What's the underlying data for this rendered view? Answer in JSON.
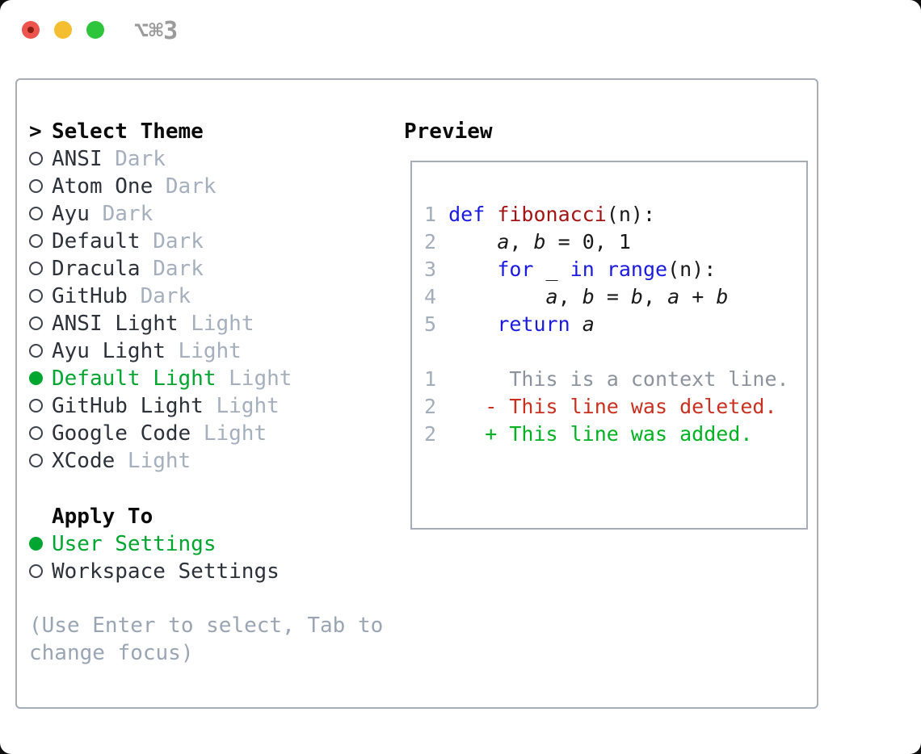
{
  "window": {
    "shortcut_label": "⌥⌘3",
    "traffic_lights": [
      "close-button",
      "minimize-button",
      "zoom-button"
    ]
  },
  "theme_picker": {
    "prompt": ">",
    "title": "Select Theme",
    "items": [
      {
        "name": "ANSI",
        "variant": "Dark",
        "selected": false
      },
      {
        "name": "Atom One",
        "variant": "Dark",
        "selected": false
      },
      {
        "name": "Ayu",
        "variant": "Dark",
        "selected": false
      },
      {
        "name": "Default",
        "variant": "Dark",
        "selected": false
      },
      {
        "name": "Dracula",
        "variant": "Dark",
        "selected": false
      },
      {
        "name": "GitHub",
        "variant": "Dark",
        "selected": false
      },
      {
        "name": "ANSI Light",
        "variant": "Light",
        "selected": false
      },
      {
        "name": "Ayu Light",
        "variant": "Light",
        "selected": false
      },
      {
        "name": "Default Light",
        "variant": "Light",
        "selected": true
      },
      {
        "name": "GitHub Light",
        "variant": "Light",
        "selected": false
      },
      {
        "name": "Google Code",
        "variant": "Light",
        "selected": false
      },
      {
        "name": "XCode",
        "variant": "Light",
        "selected": false
      }
    ]
  },
  "apply_to": {
    "title": "Apply To",
    "options": [
      {
        "label": "User Settings",
        "selected": true
      },
      {
        "label": "Workspace Settings",
        "selected": false
      }
    ]
  },
  "help_text": "(Use Enter to select, Tab to change focus)",
  "preview": {
    "title": "Preview",
    "code": {
      "lines": [
        {
          "num": "1",
          "tokens": [
            {
              "t": "def ",
              "c": "kw"
            },
            {
              "t": "fibonacci",
              "c": "fn"
            },
            {
              "t": "(n):",
              "c": "pl"
            }
          ]
        },
        {
          "num": "2",
          "tokens": [
            {
              "t": "    ",
              "c": "pl"
            },
            {
              "t": "a",
              "c": "var"
            },
            {
              "t": ", ",
              "c": "pl"
            },
            {
              "t": "b",
              "c": "var"
            },
            {
              "t": " = 0, 1",
              "c": "pl"
            }
          ]
        },
        {
          "num": "3",
          "tokens": [
            {
              "t": "    ",
              "c": "pl"
            },
            {
              "t": "for",
              "c": "kw"
            },
            {
              "t": " _ ",
              "c": "pl"
            },
            {
              "t": "in",
              "c": "kw"
            },
            {
              "t": " ",
              "c": "pl"
            },
            {
              "t": "range",
              "c": "kw"
            },
            {
              "t": "(n):",
              "c": "pl"
            }
          ]
        },
        {
          "num": "4",
          "tokens": [
            {
              "t": "        ",
              "c": "pl"
            },
            {
              "t": "a",
              "c": "var"
            },
            {
              "t": ", ",
              "c": "pl"
            },
            {
              "t": "b",
              "c": "var"
            },
            {
              "t": " = ",
              "c": "pl"
            },
            {
              "t": "b",
              "c": "var"
            },
            {
              "t": ", ",
              "c": "pl"
            },
            {
              "t": "a",
              "c": "var"
            },
            {
              "t": " + ",
              "c": "pl"
            },
            {
              "t": "b",
              "c": "var"
            }
          ]
        },
        {
          "num": "5",
          "tokens": [
            {
              "t": "    ",
              "c": "pl"
            },
            {
              "t": "return",
              "c": "kw"
            },
            {
              "t": " ",
              "c": "pl"
            },
            {
              "t": "a",
              "c": "var"
            }
          ]
        }
      ]
    },
    "diff": {
      "lines": [
        {
          "num": "1",
          "body": "      This is a context line.",
          "cls": "ctx"
        },
        {
          "num": "2",
          "body": "    - This line was deleted.",
          "cls": "del"
        },
        {
          "num": "2",
          "body": "    + This line was added.",
          "cls": "add"
        }
      ]
    }
  },
  "colors": {
    "accent_green": "#00a62f",
    "keyword_blue": "#1b1be0",
    "function_red": "#a31515",
    "diff_deleted_red": "#c9301f",
    "diff_added_green": "#00b121",
    "muted_gray": "#a6afbd",
    "border_gray": "#a6adb8",
    "traffic_red": "#ee544e",
    "traffic_yellow": "#f5bd30",
    "traffic_green": "#2ec43b"
  }
}
